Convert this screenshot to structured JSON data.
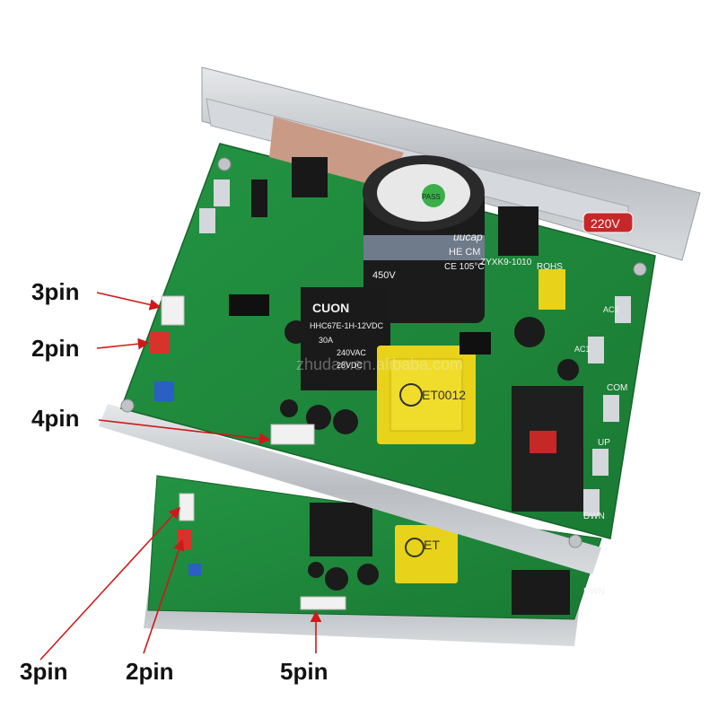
{
  "labels": {
    "left_top": "3pin",
    "left_mid": "2pin",
    "left_low": "4pin",
    "bottom_left": "3pin",
    "bottom_mid": "2pin",
    "bottom_right": "5pin"
  },
  "board_markings": {
    "voltage_badge": "220V",
    "relay_brand": "CUON",
    "relay_model": "HHC67E-1H-12VDC",
    "relay_rating_1": "30A",
    "relay_rating_2": "240VAC",
    "relay_rating_3": "28VDC",
    "capacitor_brand": "uucap",
    "capacitor_series": "HE CM",
    "capacitor_voltage": "450V",
    "capacitor_temp": "CE 105°C",
    "capacitor_pass": "PASS",
    "transformer_code": "ET0012",
    "rohs": "ROHS",
    "part_number": "ZYXK9-1010",
    "connector_com": "COM",
    "connector_up": "UP",
    "connector_dwn_top": "DWN",
    "connector_dwn_bottom": "DWN",
    "connector_ac1": "AC1",
    "connector_ac2": "AC2",
    "lower_transformer_code": "ET",
    "watermark": "zhudao.en.alibaba.com"
  },
  "colors": {
    "pcb_green": "#1f8a3a",
    "heatsink": "#c9ccd0",
    "arrow_red": "#d01818",
    "text_dark": "#111111",
    "relay_black": "#1a1a1a",
    "capacitor_black": "#1b1b1b",
    "transformer_yellow": "#e8d21a",
    "connector_white": "#f1f1f1",
    "connector_red": "#d8332a",
    "pot_blue": "#2a5fc4"
  }
}
